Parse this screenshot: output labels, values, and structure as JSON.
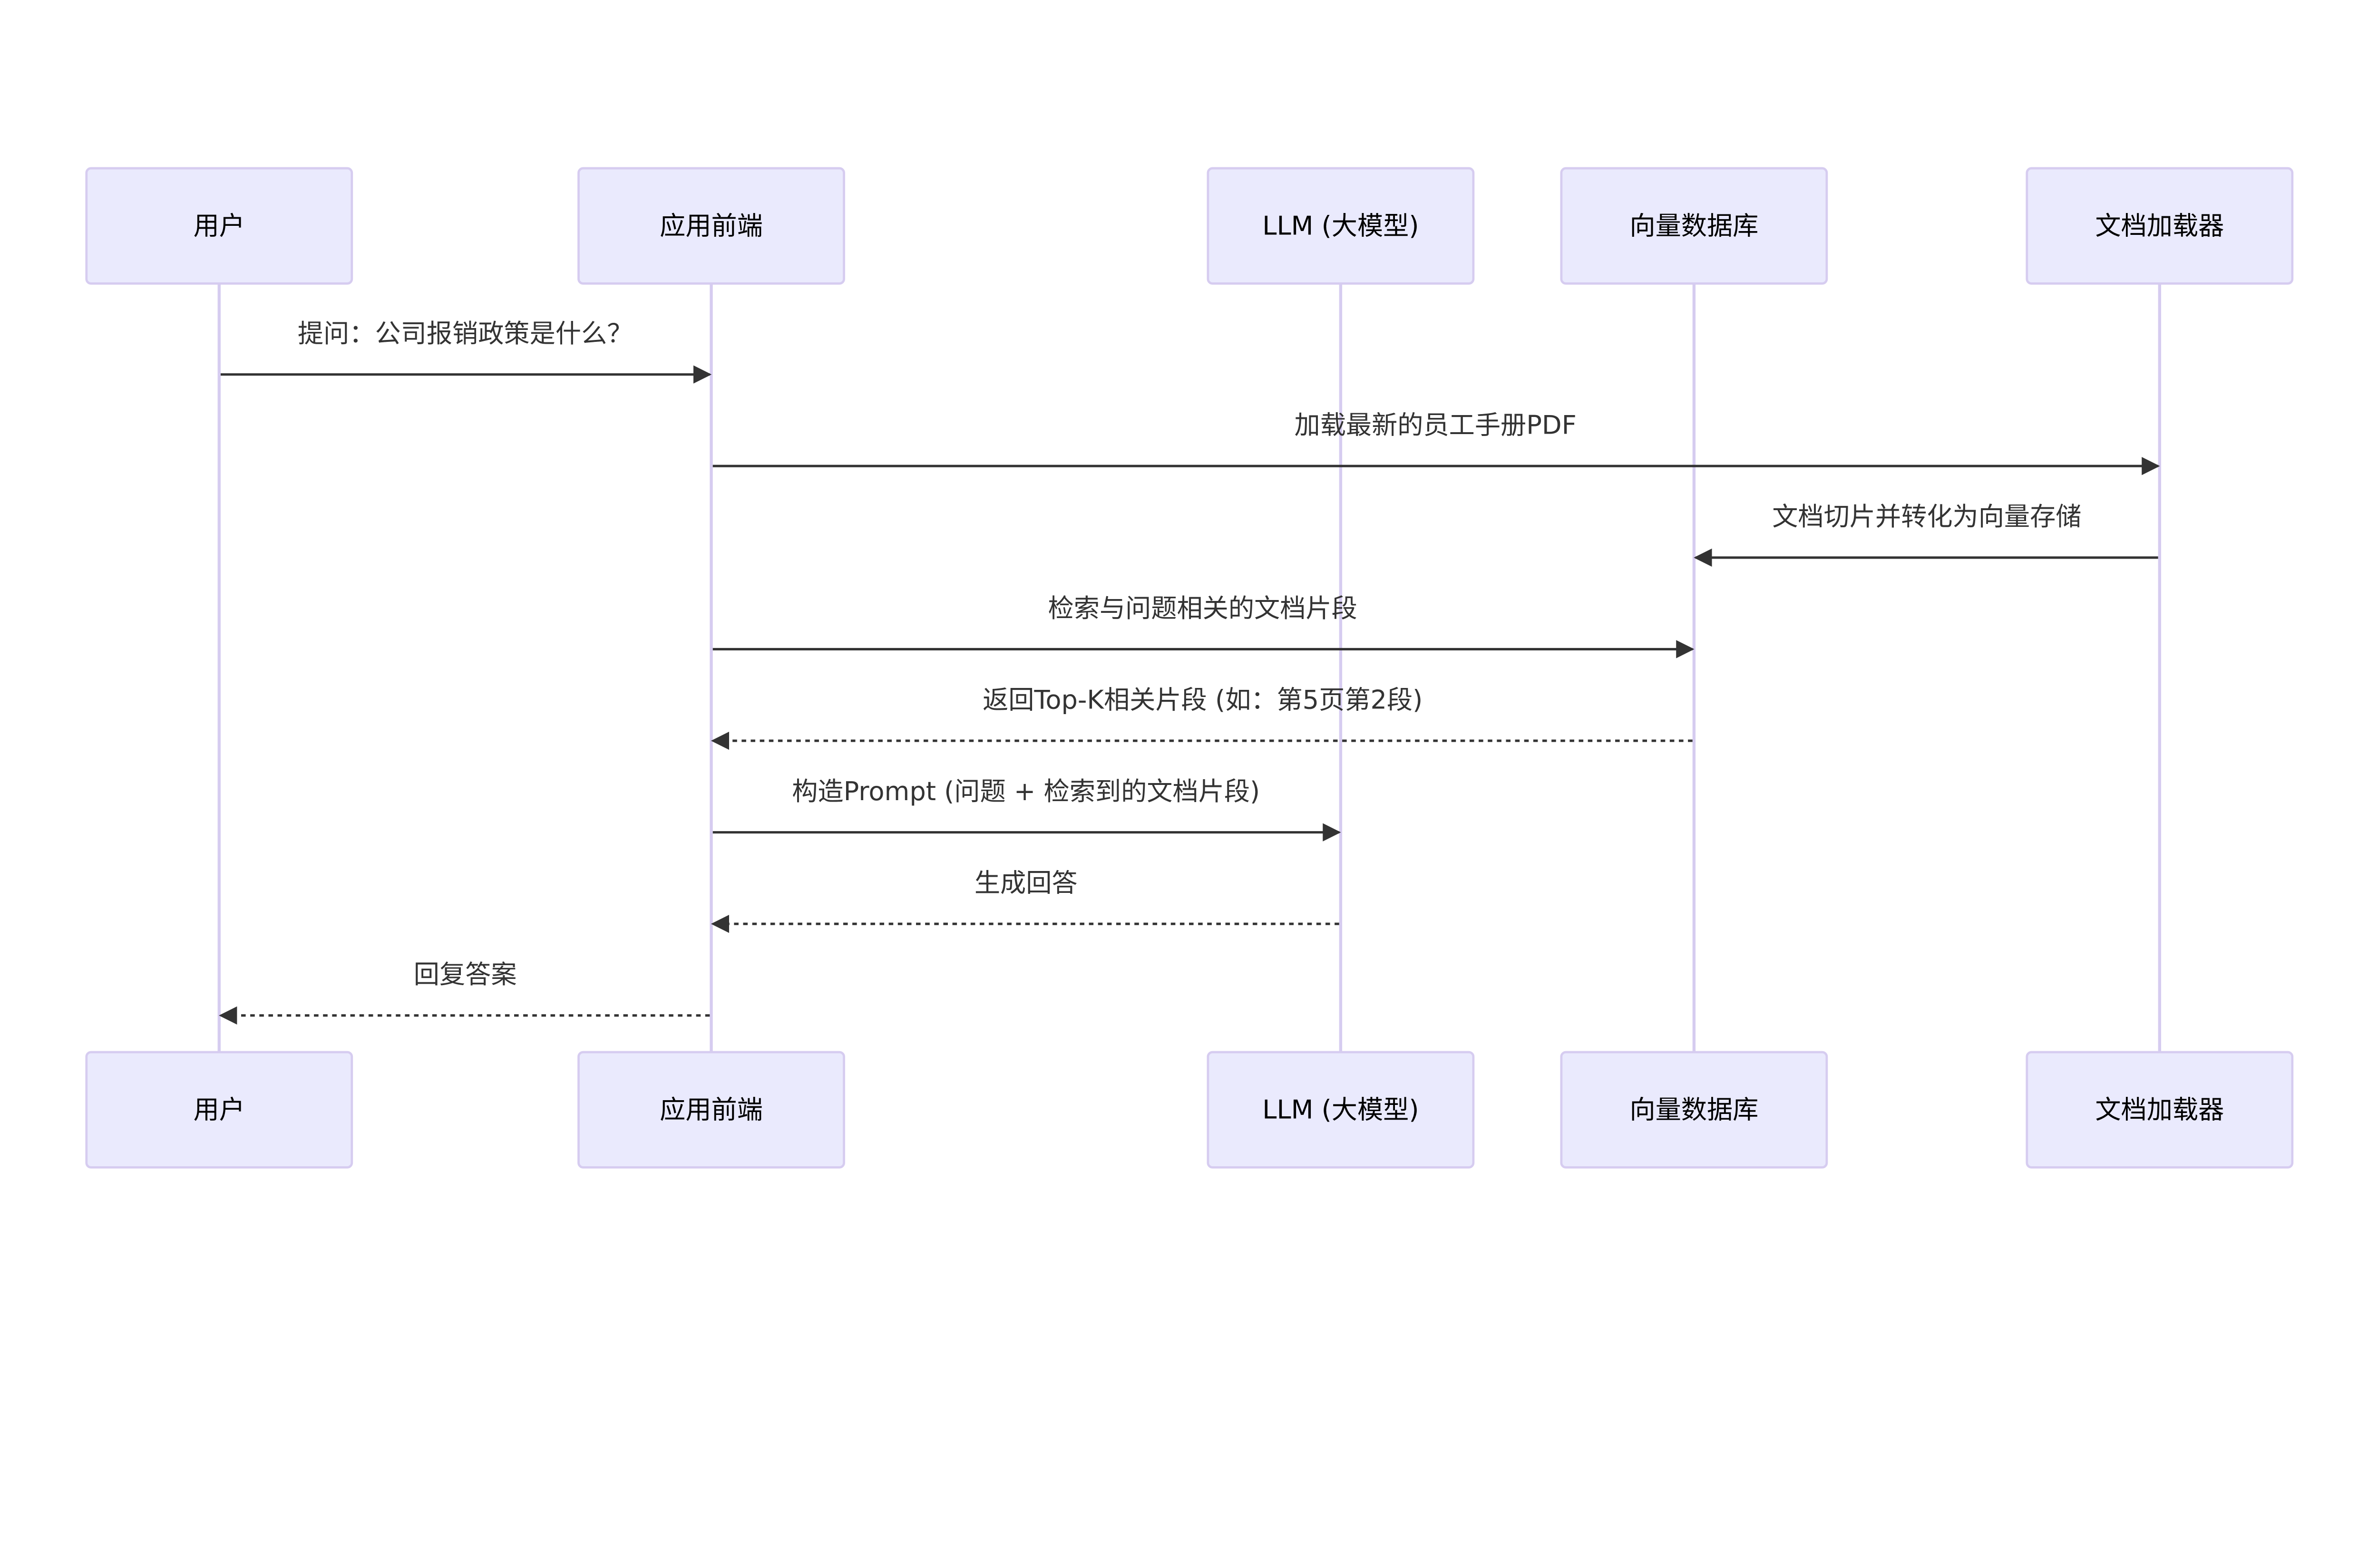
{
  "colors": {
    "actor_fill": "#eaeafd",
    "actor_stroke": "#d6ccf0",
    "lifeline": "#d6ccf0",
    "message": "#333333",
    "actor_text": "#000000"
  },
  "actors": [
    {
      "id": "user",
      "label": "用户"
    },
    {
      "id": "frontend",
      "label": "应用前端"
    },
    {
      "id": "llm",
      "label": "LLM (大模型)"
    },
    {
      "id": "vectordb",
      "label": "向量数据库"
    },
    {
      "id": "loader",
      "label": "文档加载器"
    }
  ],
  "messages": [
    {
      "from": "user",
      "to": "frontend",
      "label": "提问：公司报销政策是什么？",
      "style": "solid"
    },
    {
      "from": "frontend",
      "to": "loader",
      "label": "加载最新的员工手册PDF",
      "style": "solid"
    },
    {
      "from": "loader",
      "to": "vectordb",
      "label": "文档切片并转化为向量存储",
      "style": "solid"
    },
    {
      "from": "frontend",
      "to": "vectordb",
      "label": "检索与问题相关的文档片段",
      "style": "solid"
    },
    {
      "from": "vectordb",
      "to": "frontend",
      "label": "返回Top-K相关片段 (如：第5页第2段)",
      "style": "dotted"
    },
    {
      "from": "frontend",
      "to": "llm",
      "label": "构造Prompt (问题 + 检索到的文档片段)",
      "style": "solid"
    },
    {
      "from": "llm",
      "to": "frontend",
      "label": "生成回答",
      "style": "dotted"
    },
    {
      "from": "frontend",
      "to": "user",
      "label": "回复答案",
      "style": "dotted"
    }
  ]
}
